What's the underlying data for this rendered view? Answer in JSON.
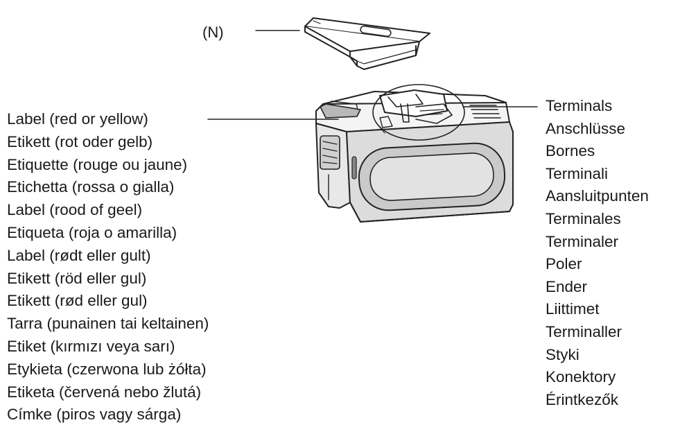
{
  "cover_callout": "(N)",
  "label_callouts": [
    "Label (red or yellow)",
    "Etikett (rot oder gelb)",
    "Etiquette (rouge ou jaune)",
    "Etichetta (rossa o gialla)",
    "Label (rood of geel)",
    "Etiqueta (roja o amarilla)",
    "Label (rødt eller gult)",
    "Etikett (röd eller gul)",
    "Etikett (rød eller gul)",
    "Tarra (punainen tai keltainen)",
    "Etiket (kırmızı veya sarı)",
    "Etykieta (czerwona lub żółta)",
    "Etiketa (červená nebo žlutá)",
    "Címke (piros vagy sárga)"
  ],
  "terminal_callouts": [
    "Terminals",
    "Anschlüsse",
    "Bornes",
    "Terminali",
    "Aansluitpunten",
    "Terminales",
    "Terminaler",
    "Poler",
    "Ender",
    "Liittimet",
    "Terminaller",
    "Styki",
    "Konektory",
    "Érintkezők"
  ]
}
